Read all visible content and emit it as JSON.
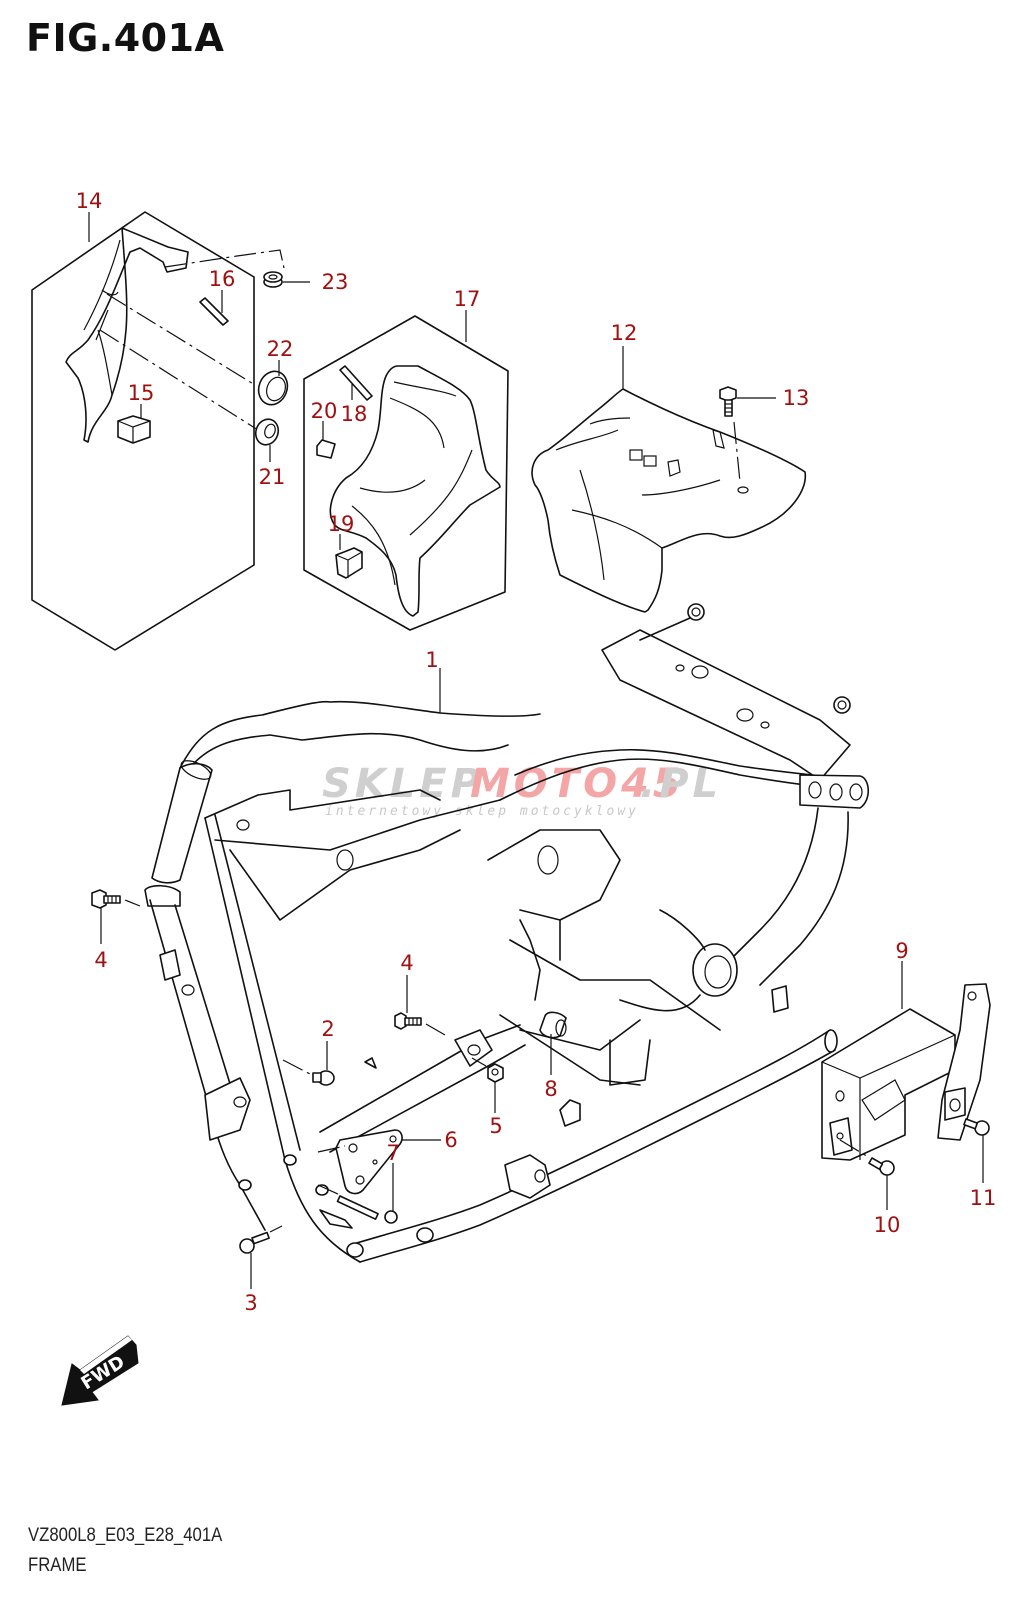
{
  "figure": {
    "title": "FIG.401A",
    "code": "VZ800L8_E03_E28_401A",
    "name": "FRAME"
  },
  "watermark": {
    "brand_part1": "SKLEP",
    "brand_part2": "MOTO45",
    "brand_part3": ".PL",
    "tagline": "internetowy sklep motocyklowy",
    "color_gray": "#c8c8c8",
    "color_red": "#f2a3a3"
  },
  "direction_badge": {
    "label": "FWD",
    "icon": "forward-arrow-icon"
  },
  "callouts": [
    {
      "id": "1",
      "label": "1"
    },
    {
      "id": "2",
      "label": "2"
    },
    {
      "id": "3",
      "label": "3"
    },
    {
      "id": "4a",
      "label": "4"
    },
    {
      "id": "4b",
      "label": "4"
    },
    {
      "id": "5",
      "label": "5"
    },
    {
      "id": "6",
      "label": "6"
    },
    {
      "id": "7",
      "label": "7"
    },
    {
      "id": "8",
      "label": "8"
    },
    {
      "id": "9",
      "label": "9"
    },
    {
      "id": "10",
      "label": "10"
    },
    {
      "id": "11",
      "label": "11"
    },
    {
      "id": "12",
      "label": "12"
    },
    {
      "id": "13",
      "label": "13"
    },
    {
      "id": "14",
      "label": "14"
    },
    {
      "id": "15",
      "label": "15"
    },
    {
      "id": "16",
      "label": "16"
    },
    {
      "id": "17",
      "label": "17"
    },
    {
      "id": "18",
      "label": "18"
    },
    {
      "id": "19",
      "label": "19"
    },
    {
      "id": "20",
      "label": "20"
    },
    {
      "id": "21",
      "label": "21"
    },
    {
      "id": "22",
      "label": "22"
    },
    {
      "id": "23",
      "label": "23"
    }
  ],
  "colors": {
    "callout": "#a01010",
    "line": "#111111",
    "background": "#ffffff"
  }
}
